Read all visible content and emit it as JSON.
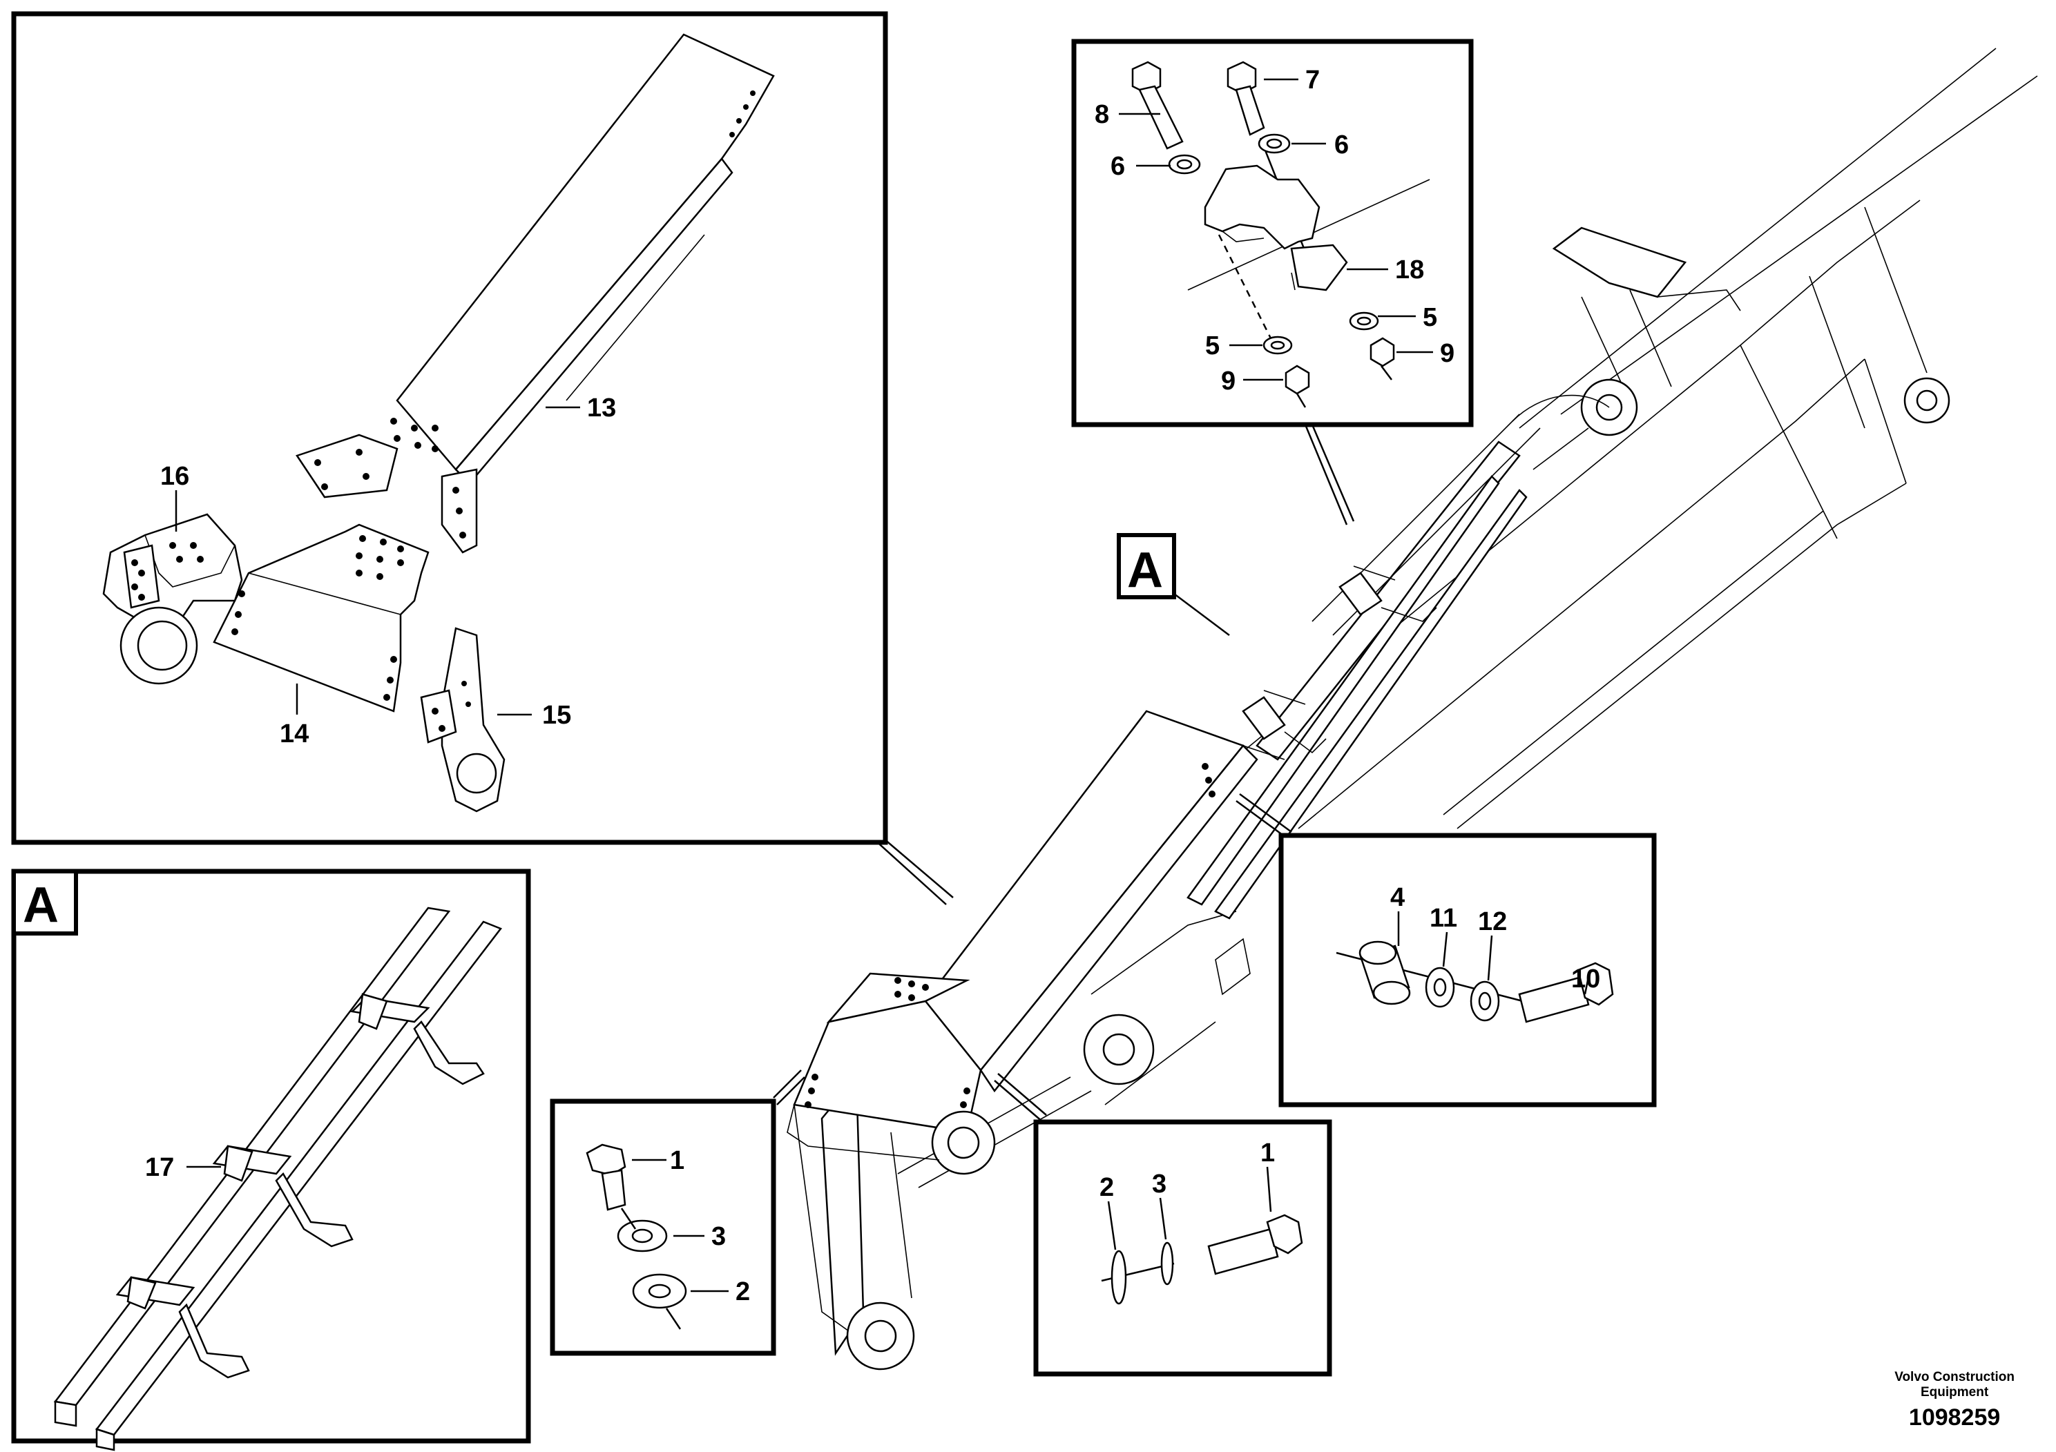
{
  "callouts": {
    "c1": "1",
    "c2": "2",
    "c3": "3",
    "c4": "4",
    "c5": "5",
    "c6": "6",
    "c7": "7",
    "c8": "8",
    "c9": "9",
    "c10": "10",
    "c11": "11",
    "c12": "12",
    "c13": "13",
    "c14": "14",
    "c15": "15",
    "c16": "16",
    "c17": "17",
    "c18": "18"
  },
  "section_marker": "A",
  "footer": {
    "organization_line1": "Volvo Construction",
    "organization_line2": "Equipment",
    "document_number": "1098259"
  }
}
